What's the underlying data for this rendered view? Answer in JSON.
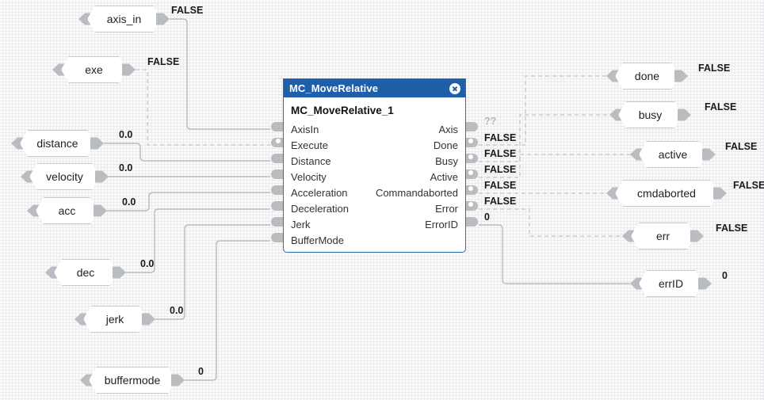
{
  "block": {
    "title": "MC_MoveRelative",
    "instance_name": "MC_MoveRelative_1",
    "close_icon": "close-icon",
    "accent_color": "#1f5fa9",
    "inputs": [
      {
        "name": "AxisIn",
        "value": ""
      },
      {
        "name": "Execute",
        "value": ""
      },
      {
        "name": "Distance",
        "value": ""
      },
      {
        "name": "Velocity",
        "value": ""
      },
      {
        "name": "Acceleration",
        "value": ""
      },
      {
        "name": "Deceleration",
        "value": ""
      },
      {
        "name": "Jerk",
        "value": ""
      },
      {
        "name": "BufferMode",
        "value": ""
      }
    ],
    "outputs": [
      {
        "name": "Axis",
        "value": "??",
        "bool": false
      },
      {
        "name": "Done",
        "value": "FALSE",
        "bool": true
      },
      {
        "name": "Busy",
        "value": "FALSE",
        "bool": true
      },
      {
        "name": "Active",
        "value": "FALSE",
        "bool": true
      },
      {
        "name": "Commandaborted",
        "value": "FALSE",
        "bool": true
      },
      {
        "name": "Error",
        "value": "FALSE",
        "bool": true
      },
      {
        "name": "ErrorID",
        "value": "0",
        "bool": false
      }
    ]
  },
  "input_vars": [
    {
      "label": "axis_in",
      "value": "FALSE"
    },
    {
      "label": "exe",
      "value": "FALSE"
    },
    {
      "label": "distance",
      "value": "0.0"
    },
    {
      "label": "velocity",
      "value": "0.0"
    },
    {
      "label": "acc",
      "value": "0.0"
    },
    {
      "label": "dec",
      "value": "0.0"
    },
    {
      "label": "jerk",
      "value": "0.0"
    },
    {
      "label": "buffermode",
      "value": "0"
    }
  ],
  "output_vars": [
    {
      "label": "done",
      "value": "FALSE"
    },
    {
      "label": "busy",
      "value": "FALSE"
    },
    {
      "label": "active",
      "value": "FALSE"
    },
    {
      "label": "cmdaborted",
      "value": "FALSE"
    },
    {
      "label": "err",
      "value": "FALSE"
    },
    {
      "label": "errID",
      "value": "0"
    }
  ]
}
